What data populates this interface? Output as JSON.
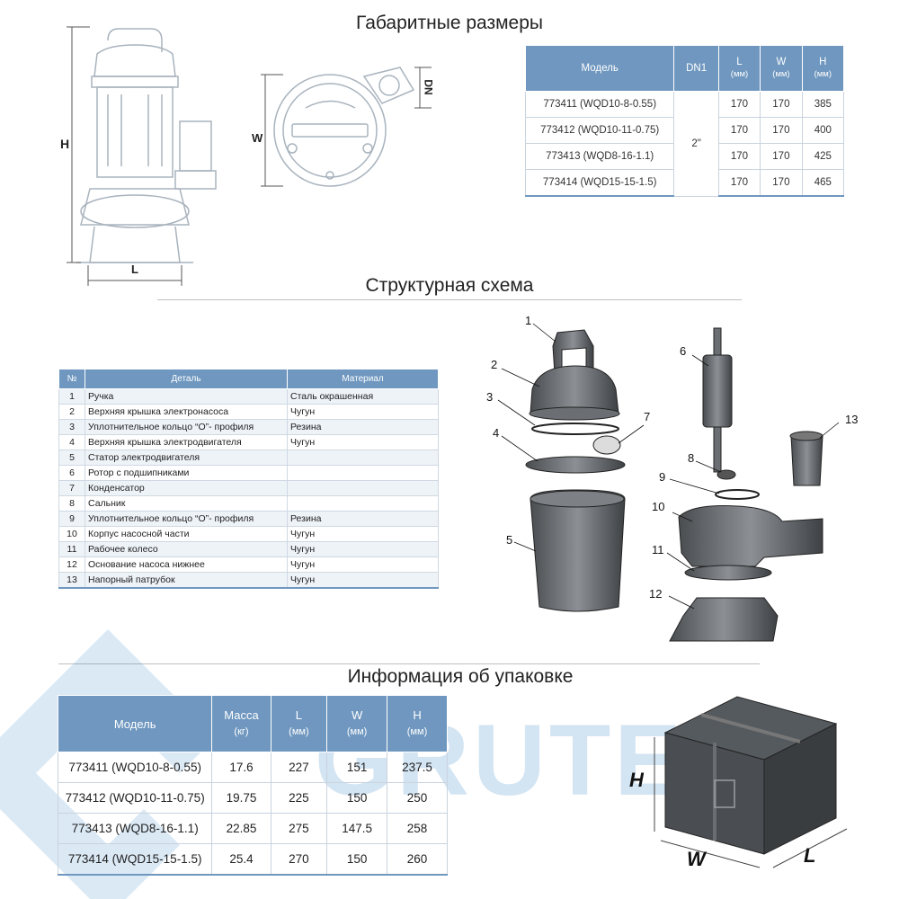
{
  "sections": {
    "dimensions_title": "Габаритные размеры",
    "structure_title": "Структурная схема",
    "packing_title": "Информация об упаковке"
  },
  "drawing_labels": {
    "H": "H",
    "L": "L",
    "W": "W",
    "DN": "DN"
  },
  "dims_table": {
    "headers": {
      "model": "Модель",
      "dn1": "DN1",
      "l": "L",
      "w": "W",
      "h": "H",
      "unit": "(мм)"
    },
    "dn1_value": "2\"",
    "rows": [
      {
        "model": "773411 (WQD10-8-0.55)",
        "l": "170",
        "w": "170",
        "h": "385"
      },
      {
        "model": "773412 (WQD10-11-0.75)",
        "l": "170",
        "w": "170",
        "h": "400"
      },
      {
        "model": "773413 (WQD8-16-1.1)",
        "l": "170",
        "w": "170",
        "h": "425"
      },
      {
        "model": "773414 (WQD15-15-1.5)",
        "l": "170",
        "w": "170",
        "h": "465"
      }
    ]
  },
  "parts_table": {
    "headers": {
      "num": "№",
      "part": "Деталь",
      "material": "Материал"
    },
    "rows": [
      {
        "num": "1",
        "part": "Ручка",
        "material": "Сталь окрашенная"
      },
      {
        "num": "2",
        "part": "Верхняя крышка электронасоса",
        "material": "Чугун"
      },
      {
        "num": "3",
        "part": "Уплотнительное кольцо “O”- профиля",
        "material": "Резина"
      },
      {
        "num": "4",
        "part": "Верхняя крышка электродвигателя",
        "material": "Чугун"
      },
      {
        "num": "5",
        "part": "Статор электродвигателя",
        "material": ""
      },
      {
        "num": "6",
        "part": "Ротор с подшипниками",
        "material": ""
      },
      {
        "num": "7",
        "part": "Конденсатор",
        "material": ""
      },
      {
        "num": "8",
        "part": "Сальник",
        "material": ""
      },
      {
        "num": "9",
        "part": "Уплотнительное кольцо “O”- профиля",
        "material": "Резина"
      },
      {
        "num": "10",
        "part": "Корпус насосной части",
        "material": "Чугун"
      },
      {
        "num": "11",
        "part": "Рабочее колесо",
        "material": "Чугун"
      },
      {
        "num": "12",
        "part": "Основание насоса нижнее",
        "material": "Чугун"
      },
      {
        "num": "13",
        "part": "Напорный  патрубок",
        "material": "Чугун"
      }
    ]
  },
  "exploded_labels": [
    "1",
    "2",
    "3",
    "4",
    "5",
    "6",
    "7",
    "8",
    "9",
    "10",
    "11",
    "12",
    "13"
  ],
  "packing_table": {
    "headers": {
      "model": "Модель",
      "mass": "Масса",
      "mass_unit": "(кг)",
      "l": "L",
      "w": "W",
      "h": "H",
      "unit": "(мм)"
    },
    "rows": [
      {
        "model": "773411 (WQD10-8-0.55)",
        "mass": "17.6",
        "l": "227",
        "w": "151",
        "h": "237.5"
      },
      {
        "model": "773412 (WQD10-11-0.75)",
        "mass": "19.75",
        "l": "225",
        "w": "150",
        "h": "250"
      },
      {
        "model": "773413 (WQD8-16-1.1)",
        "mass": "22.85",
        "l": "275",
        "w": "147.5",
        "h": "258"
      },
      {
        "model": "773414 (WQD15-15-1.5)",
        "mass": "25.4",
        "l": "270",
        "w": "150",
        "h": "260"
      }
    ]
  },
  "box_labels": {
    "H": "H",
    "W": "W",
    "L": "L"
  },
  "watermark": "GRUTEK",
  "colors": {
    "header_blue": "#6f97bf",
    "watermark_blue": "#3a86c8"
  }
}
